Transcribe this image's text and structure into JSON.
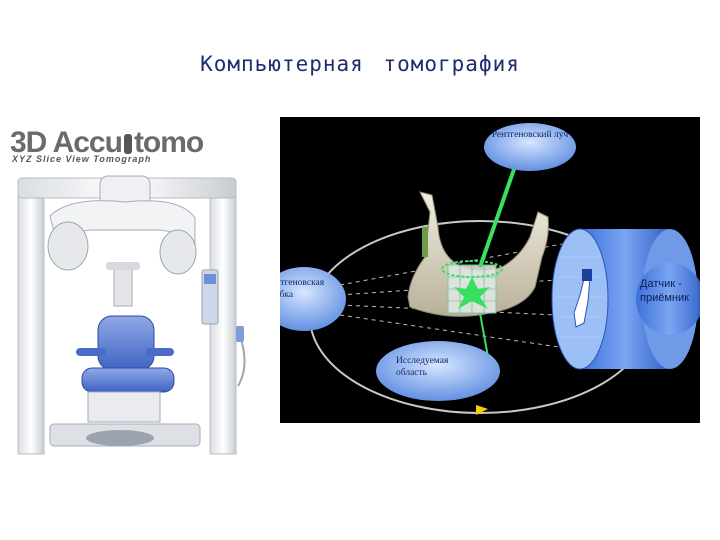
{
  "slide": {
    "title": "Компьютерная  томография"
  },
  "product": {
    "brand_prefix": "3D Accu",
    "brand_suffix": "tomo",
    "brand_sub": "XYZ Slice View Tomograph"
  },
  "diagram": {
    "labels": {
      "top": "Рентгеновский луч",
      "left": "Рентгеновская трубка",
      "bottom": "Исследуемая область",
      "right": "Датчик - приёмник"
    }
  },
  "colors": {
    "title": "#1f2d70",
    "callout_fill": "#5a8fe0",
    "orbit": "#c8c8c8",
    "beam": "#39e060",
    "detector": "#4f86e6"
  }
}
